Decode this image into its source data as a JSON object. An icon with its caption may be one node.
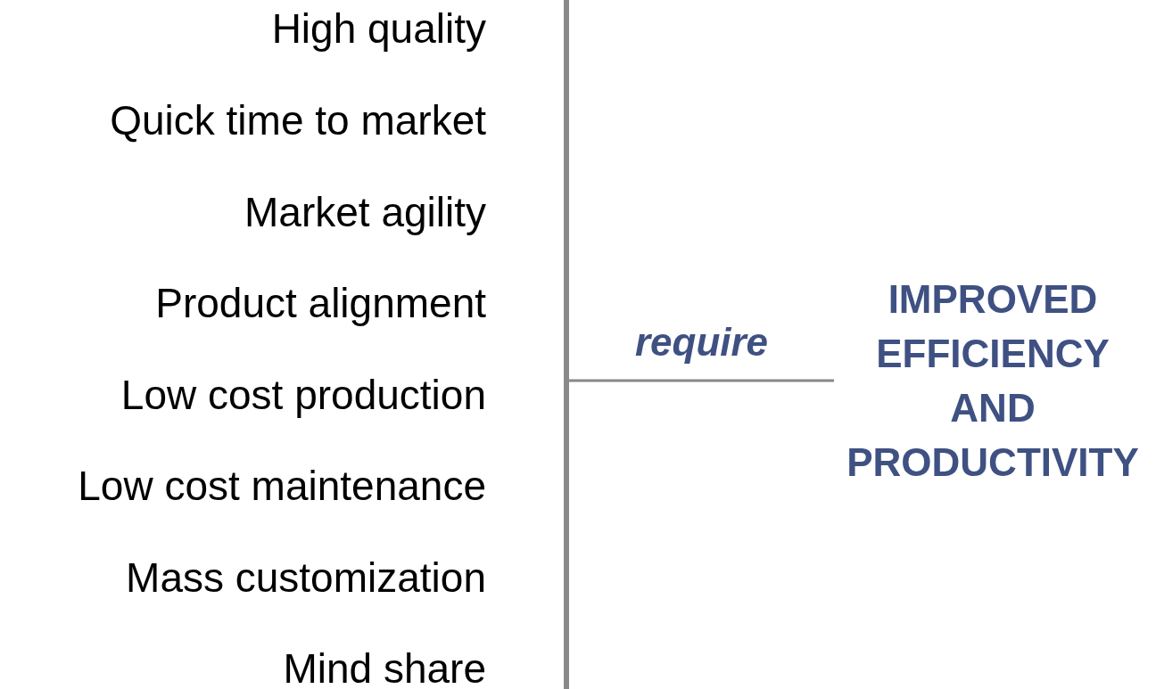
{
  "diagram": {
    "nodes": [
      {
        "text": [],
        "shape": "bar"
      },
      {
        "text": [
          "IMPROVED EFFICIENCY AND PRODUCTIVITY"
        ]
      }
    ],
    "edges": [
      {
        "from": 0,
        "to": 1,
        "arrow": "none",
        "label": "require"
      }
    ],
    "labels": [
      "High quality",
      "Quick time to market",
      "Market agility",
      "Product alignment",
      "Low cost production",
      "Low cost maintenance",
      "Mass customization",
      "Mind share"
    ]
  }
}
